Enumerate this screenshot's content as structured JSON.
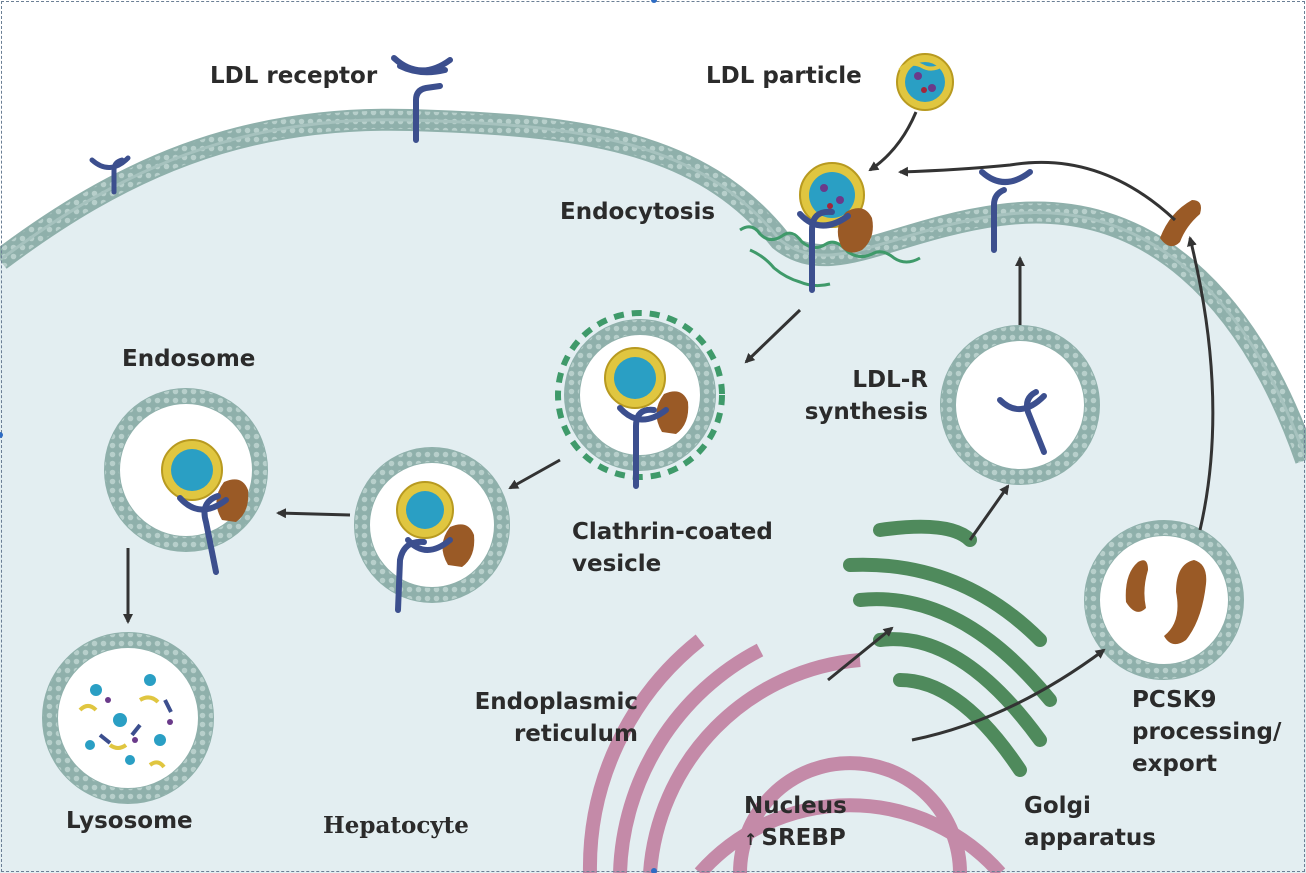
{
  "labels": {
    "ldl_receptor": "LDL receptor",
    "ldl_particle": "LDL particle",
    "endocytosis": "Endocytosis",
    "endosome": "Endosome",
    "ldlr_synthesis": [
      "LDL-R",
      "synthesis"
    ],
    "clathrin_vesicle": [
      "Clathrin-coated",
      "vesicle"
    ],
    "endoplasmic_reticulum": [
      "Endoplasmic",
      "reticulum"
    ],
    "pcsk9": [
      "PCSK9",
      "processing/",
      "export"
    ],
    "lysosome": "Lysosome",
    "hepatocyte": "Hepatocyte",
    "nucleus": [
      "Nucleus",
      "SREBP"
    ],
    "nucleus_arrow": "↑",
    "golgi": [
      "Golgi",
      "apparatus"
    ]
  },
  "colors": {
    "cytoplasm": "#e3eef1",
    "membrane": "#9ab8b4",
    "membrane_head": "#b7cfcb",
    "receptor": "#3c4f8e",
    "pcsk9": "#9a5a26",
    "ldl_shell": "#e0c640",
    "ldl_core": "#2a9fc4",
    "clathrin": "#3f9a6a",
    "golgi": "#4f8a5c",
    "er": "#c48aa8",
    "arrow": "#333333"
  }
}
